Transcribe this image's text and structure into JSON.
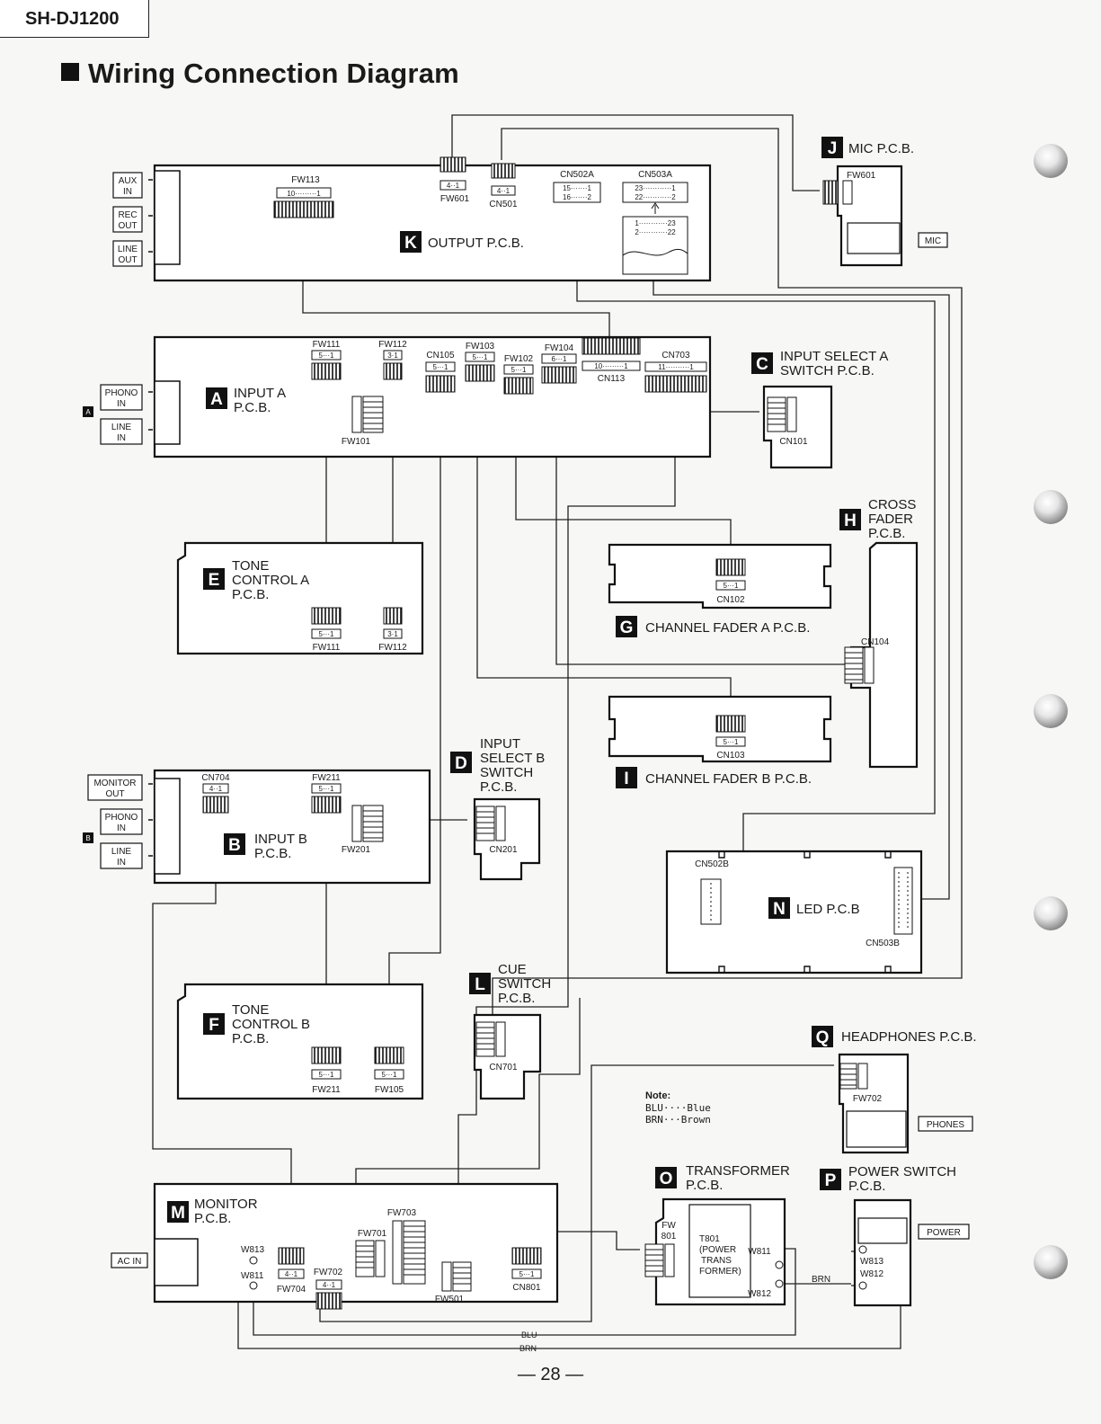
{
  "header": {
    "model": "SH-DJ1200",
    "title": "Wiring Connection Diagram"
  },
  "boards": {
    "K": {
      "letter": "K",
      "name": "OUTPUT P.C.B."
    },
    "J": {
      "letter": "J",
      "name": "MIC P.C.B."
    },
    "A": {
      "letter": "A",
      "name_l1": "INPUT  A",
      "name_l2": "P.C.B."
    },
    "C": {
      "letter": "C",
      "name_l1": "INPUT SELECT  A",
      "name_l2": "SWITCH P.C.B."
    },
    "H": {
      "letter": "H",
      "name_l1": "CROSS",
      "name_l2": "FADER",
      "name_l3": "P.C.B."
    },
    "E": {
      "letter": "E",
      "name_l1": "TONE",
      "name_l2": "CONTROL  A",
      "name_l3": "P.C.B."
    },
    "G": {
      "letter": "G",
      "name": "CHANNEL FADER  A  P.C.B."
    },
    "I": {
      "letter": "I",
      "name": "CHANNEL FADER  B  P.C.B."
    },
    "D": {
      "letter": "D",
      "name_l1": "INPUT",
      "name_l2": "SELECT  B",
      "name_l3": "SWITCH",
      "name_l4": "P.C.B."
    },
    "B": {
      "letter": "B",
      "name_l1": "INPUT  B",
      "name_l2": "P.C.B."
    },
    "N": {
      "letter": "N",
      "name": "LED P.C.B"
    },
    "F": {
      "letter": "F",
      "name_l1": "TONE",
      "name_l2": "CONTROL  B",
      "name_l3": "P.C.B."
    },
    "L": {
      "letter": "L",
      "name_l1": "CUE",
      "name_l2": "SWITCH",
      "name_l3": "P.C.B."
    },
    "Q": {
      "letter": "Q",
      "name": "HEADPHONES P.C.B."
    },
    "O": {
      "letter": "O",
      "name_l1": "TRANSFORMER",
      "name_l2": "P.C.B."
    },
    "P": {
      "letter": "P",
      "name_l1": "POWER SWITCH",
      "name_l2": "P.C.B."
    },
    "M": {
      "letter": "M",
      "name_l1": "MONITOR",
      "name_l2": "P.C.B."
    }
  },
  "jacks": {
    "aux_in": [
      "AUX",
      "IN"
    ],
    "rec_out": [
      "REC",
      "OUT"
    ],
    "line_out": [
      "LINE",
      "OUT"
    ],
    "phono_in_a": [
      "PHONO",
      "IN"
    ],
    "line_in_a": [
      "LINE",
      "IN"
    ],
    "tag_a": "A",
    "monitor_out": [
      "MONITOR",
      "OUT"
    ],
    "phono_in_b": [
      "PHONO",
      "IN"
    ],
    "line_in_b": [
      "LINE",
      "IN"
    ],
    "tag_b": "B",
    "mic": "MIC",
    "phones": "PHONES",
    "power": "POWER",
    "ac_in": "AC IN"
  },
  "connectors": {
    "fw113": "FW113",
    "fw113_pins": "10·········1",
    "fw601_k": "FW601",
    "fw601_k_pins": "4··1",
    "cn501": "CN501",
    "cn501_pins": "4··1",
    "cn502a": "CN502A",
    "cn502a_pins1": "15·······1",
    "cn502a_pins2": "16·······2",
    "cn503a": "CN503A",
    "cn503a_pins1": "23············1",
    "cn503a_pins2": "22············2",
    "cn503a_pins3": "1············23",
    "cn503a_pins4": "2············22",
    "fw601_j": "FW601",
    "fw111_a": "FW111",
    "fw112_a": "FW112",
    "cn105": "CN105",
    "fw103": "FW103",
    "fw102": "FW102",
    "fw104": "FW104",
    "cn113": "CN113",
    "cn703": "CN703",
    "fw101": "FW101",
    "cn101": "CN101",
    "p5_1": "5···1",
    "p3_1": "3·1",
    "p6_1": "6···1",
    "p10_1": "10·········1",
    "p11_1": "11··········1",
    "p4_1": "4··1",
    "fw111_e": "FW111",
    "fw112_e": "FW112",
    "cn102": "CN102",
    "cn104": "CN104",
    "cn103": "CN103",
    "cn704": "CN704",
    "fw211_b": "FW211",
    "fw201": "FW201",
    "cn201": "CN201",
    "cn502b": "CN502B",
    "cn503b": "CN503B",
    "fw211_f": "FW211",
    "fw105": "FW105",
    "cn701": "CN701",
    "fw702_q": "FW702",
    "fw801_l1": "FW",
    "fw801_l2": "801",
    "t801_l1": "T801",
    "t801_l2": "(POWER",
    "t801_l3": "TRANS",
    "t801_l4": "FORMER)",
    "w811_o": "W811",
    "w812_o": "W812",
    "w813_p": "W813",
    "w812_p": "W812",
    "w813_m": "W813",
    "w811_m": "W811",
    "fw703": "FW703",
    "fw701": "FW701",
    "fw702_m": "FW702",
    "fw704": "FW704",
    "fw501": "FW501",
    "cn801": "CN801"
  },
  "wires": {
    "brn": "BRN",
    "blu": "BLU",
    "brn2": "BRN"
  },
  "note": {
    "heading": "Note:",
    "line1": "BLU····Blue",
    "line2": "BRN···Brown"
  },
  "footer": {
    "page": "— 28 —"
  }
}
